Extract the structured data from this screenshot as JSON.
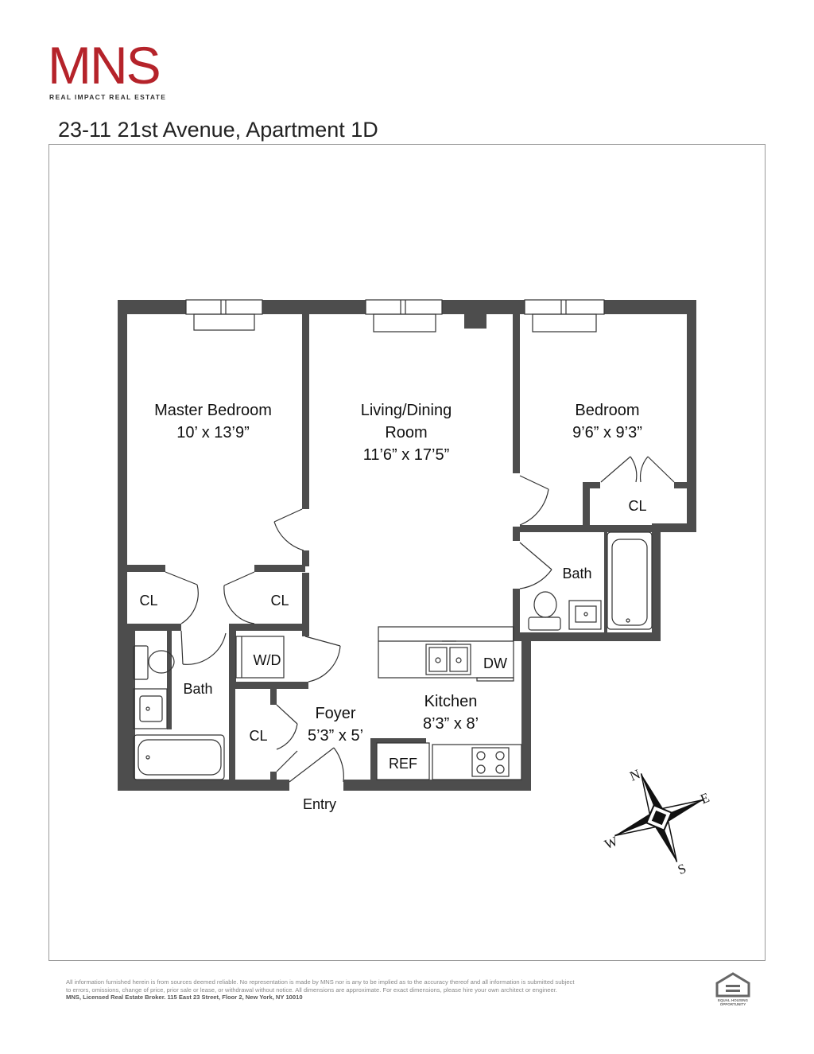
{
  "brand": {
    "logo": "MNS",
    "tagline": "REAL IMPACT REAL ESTATE",
    "accent_color": "#b5232a"
  },
  "listing": {
    "title": "23-11 21st Avenue, Apartment 1D"
  },
  "rooms": {
    "master_bedroom": {
      "name": "Master Bedroom",
      "dims": "10’ x 13’9”"
    },
    "living": {
      "name_line1": "Living/Dining",
      "name_line2": "Room",
      "dims": "11’6” x 17’5”"
    },
    "bedroom": {
      "name": "Bedroom",
      "dims": "9’6” x 9’3”"
    },
    "kitchen": {
      "name": "Kitchen",
      "dims": "8’3” x 8’"
    },
    "foyer": {
      "name": "Foyer",
      "dims": "5’3” x 5’"
    },
    "bath_left": {
      "name": "Bath"
    },
    "bath_right": {
      "name": "Bath"
    },
    "closets": [
      "CL",
      "CL",
      "CL",
      "CL"
    ],
    "washer_dryer": "W/D",
    "dishwasher": "DW",
    "refrigerator": "REF",
    "entry": "Entry"
  },
  "compass": {
    "n": "N",
    "e": "E",
    "s": "S",
    "w": "W"
  },
  "footer": {
    "disclaimer_line1": "All information furnished herein is from sources deemed reliable. No representation is made by MNS nor is any to be implied as to the accuracy thereof and all information is submitted subject",
    "disclaimer_line2": "to errors, omissions, change of price, prior sale or lease, or withdrawal without notice. All dimensions are approximate. For exact dimensions, please hire your own architect or engineer.",
    "broker_line": "MNS, Licensed Real Estate Broker. 115 East 23 Street, Floor 2, New York, NY 10010",
    "eho_line1": "EQUAL HOUSING",
    "eho_line2": "OPPORTUNITY"
  }
}
